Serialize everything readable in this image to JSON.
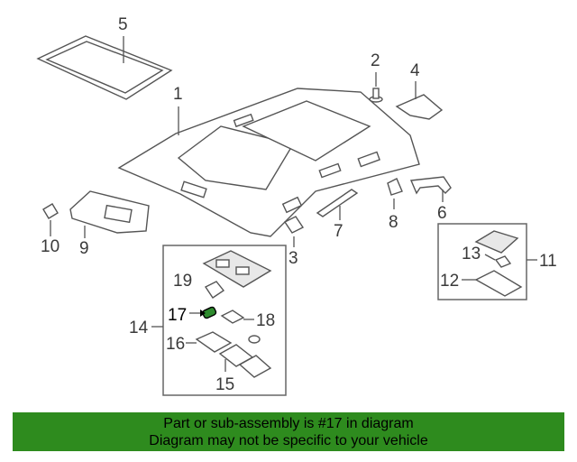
{
  "diagram": {
    "callouts": {
      "c1": "1",
      "c2": "2",
      "c3": "3",
      "c4": "4",
      "c5": "5",
      "c6": "6",
      "c7": "7",
      "c8": "8",
      "c9": "9",
      "c10": "10",
      "c11": "11",
      "c12": "12",
      "c13": "13",
      "c14": "14",
      "c15": "15",
      "c16": "16",
      "c17": "17",
      "c18": "18",
      "c19": "19"
    },
    "highlighted_part": "17",
    "highlight_color": "#2e8b2e"
  },
  "banner": {
    "line1": "Part or sub-assembly is #17 in diagram",
    "line2": "Diagram may not be specific to your vehicle",
    "background": "#2e8b1e"
  }
}
